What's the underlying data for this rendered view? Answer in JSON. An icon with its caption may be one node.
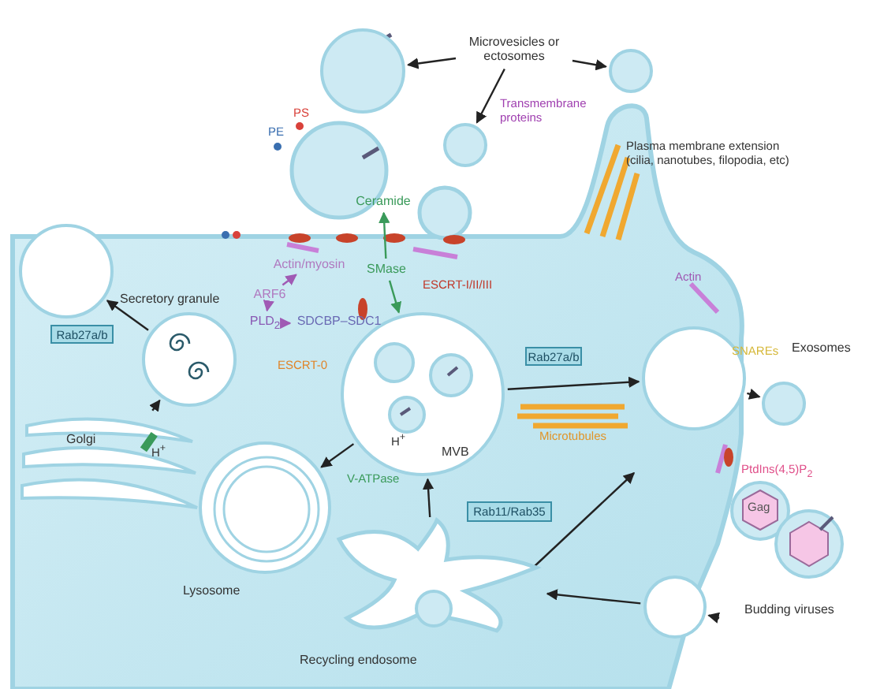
{
  "diagram": {
    "nodes": [
      {
        "text": [
          "Microvesicles or ectosomes"
        ]
      },
      {
        "text": [],
        "shape": "circle"
      },
      {
        "text": [],
        "shape": "circle"
      },
      {
        "text": [],
        "shape": "circle"
      },
      {
        "text": [],
        "shape": "circle"
      },
      {
        "text": [
          "Secretory granule"
        ]
      },
      {
        "text": [
          "Rab27a/b"
        ]
      },
      {
        "text": [
          "Golgi"
        ]
      },
      {
        "text": [
          "MVB"
        ]
      },
      {
        "text": [
          "Rab27a/b"
        ]
      },
      {
        "text": [],
        "shape": "circle"
      },
      {
        "text": [
          "Exosomes"
        ]
      },
      {
        "text": [
          "Lysosome"
        ]
      },
      {
        "text": [
          "Rab11/Rab35"
        ]
      },
      {
        "text": [
          "Budding viruses"
        ]
      },
      {
        "text": [
          "Recycling endosome"
        ]
      },
      {
        "text": [],
        "shape": "circle"
      },
      {
        "text": [
          "Ceramide"
        ]
      },
      {
        "text": [
          "SMase"
        ]
      },
      {
        "text": [
          "ARF6"
        ]
      },
      {
        "text": [
          "PLD$_{2}$"
        ]
      },
      {
        "text": [
          "SDCBP–SDC1"
        ]
      },
      {
        "text": [
          "Actin/myosin"
        ]
      }
    ],
    "edges": [
      {
        "from": 0,
        "to": 1,
        "arrow": "to"
      },
      {
        "from": 0,
        "to": 2,
        "arrow": "to"
      },
      {
        "from": 0,
        "to": 3,
        "arrow": "to"
      },
      {
        "from": 7,
        "to": 5,
        "arrow": "to"
      },
      {
        "from": 5,
        "to": 4,
        "arrow": "to"
      },
      {
        "from": 8,
        "to": 12,
        "arrow": "to"
      },
      {
        "from": 15,
        "to": 8,
        "arrow": "to"
      },
      {
        "from": 8,
        "to": 10,
        "arrow": "to"
      },
      {
        "from": 10,
        "to": 11,
        "arrow": "to"
      },
      {
        "from": 15,
        "to": null,
        "arrow": "to"
      },
      {
        "from": 16,
        "to": 15,
        "arrow": "to"
      },
      {
        "from": null,
        "to": 16,
        "arrow": "to"
      },
      {
        "from": 18,
        "to": 17,
        "arrow": "to",
        "color": "#3a9a5a"
      },
      {
        "from": 18,
        "to": 8,
        "arrow": "to",
        "color": "#3a9a5a"
      },
      {
        "from": 19,
        "to": 20,
        "arrow": "to",
        "color": "#a05ab4"
      },
      {
        "from": 20,
        "to": 21,
        "arrow": "to",
        "color": "#a05ab4"
      },
      {
        "from": 19,
        "to": 22,
        "arrow": "to",
        "color": "#a05ab4"
      }
    ],
    "labels": [
      "PS",
      "PE",
      "Transmembrane proteins",
      "Plasma membrane extension (cilia, nanotubes, filopodia, etc)",
      "ESCRT-I/II/III",
      "ESCRT-0",
      "Actin",
      "SNAREs",
      "H$^{+}$",
      "H$^{+}$",
      "V-ATPase",
      "Microtubules",
      "PtdIns(4,5)P$_{2}$",
      "Gag"
    ]
  }
}
